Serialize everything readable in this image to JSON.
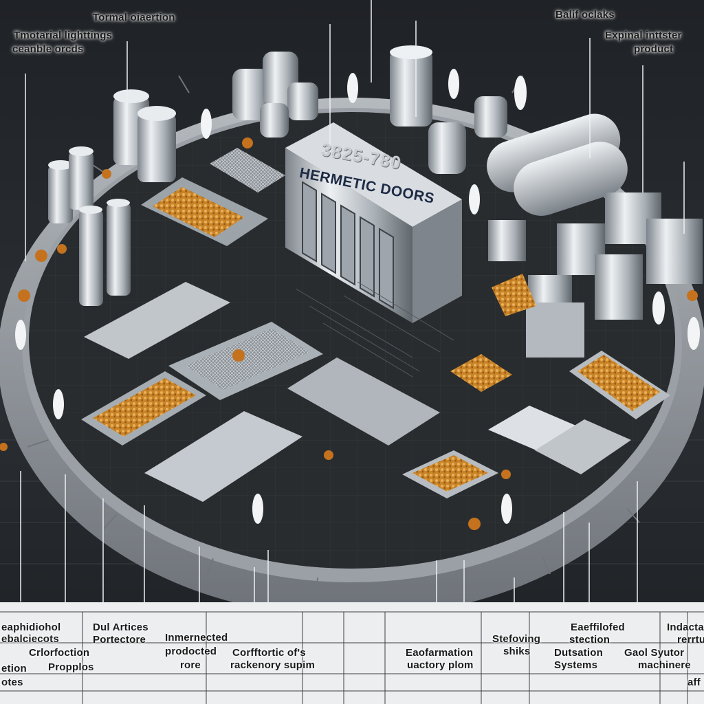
{
  "building": {
    "title": "HERMETIC DOORS",
    "number": "3825-780"
  },
  "labels": {
    "top_left_1": "Tmotarial lighttings",
    "top_left_2": "ceanble orcds",
    "top_center": "Tormal oiaertion",
    "top_right_1": "Balif oclaks",
    "top_right_2": "Expinal inttster",
    "top_right_3": "product",
    "bottom_1a": "eaphidiohol",
    "bottom_1b": "ebalciecots",
    "bottom_2a": "Crlorfoction",
    "bottom_2b": "Propplos",
    "bottom_3": "etion",
    "bottom_4": "otes",
    "bottom_5a": "Dul Artices",
    "bottom_5b": "Portectore",
    "bottom_6a": "Inmernected",
    "bottom_6b": "prodocted",
    "bottom_6c": "rore",
    "bottom_7a": "Corfftortic of's",
    "bottom_7b": "rackenory supim",
    "bottom_8a": "Eaofarmation",
    "bottom_8b": "uactory plom",
    "bottom_9a": "Stefoving",
    "bottom_9b": "shiks",
    "bottom_10a": "Eaeffilofed",
    "bottom_10b": "stection",
    "bottom_11a": "Dutsation",
    "bottom_11b": "Systems",
    "bottom_12a": "Indactal",
    "bottom_12b": "rerrtue",
    "bottom_13a": "Gaol Syutor",
    "bottom_13b": "machinere",
    "bottom_14": "aff"
  },
  "colors": {
    "floor": "#2a2d31",
    "wall": "#8d9298",
    "steel": "#c7ccd1",
    "food": "#d08a2a",
    "label_text": "#1a1a1a"
  }
}
